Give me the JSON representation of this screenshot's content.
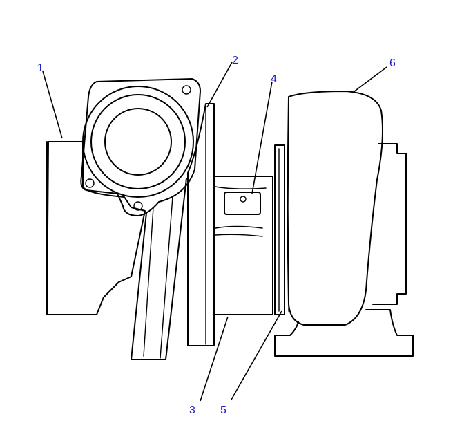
{
  "callouts": [
    {
      "id": "1",
      "label": "1"
    },
    {
      "id": "2",
      "label": "2"
    },
    {
      "id": "3",
      "label": "3"
    },
    {
      "id": "4",
      "label": "4"
    },
    {
      "id": "5",
      "label": "5"
    },
    {
      "id": "6",
      "label": "6"
    }
  ],
  "colors": {
    "callout_text": "#1a1acc",
    "line_art": "#000000",
    "background": "#ffffff"
  }
}
